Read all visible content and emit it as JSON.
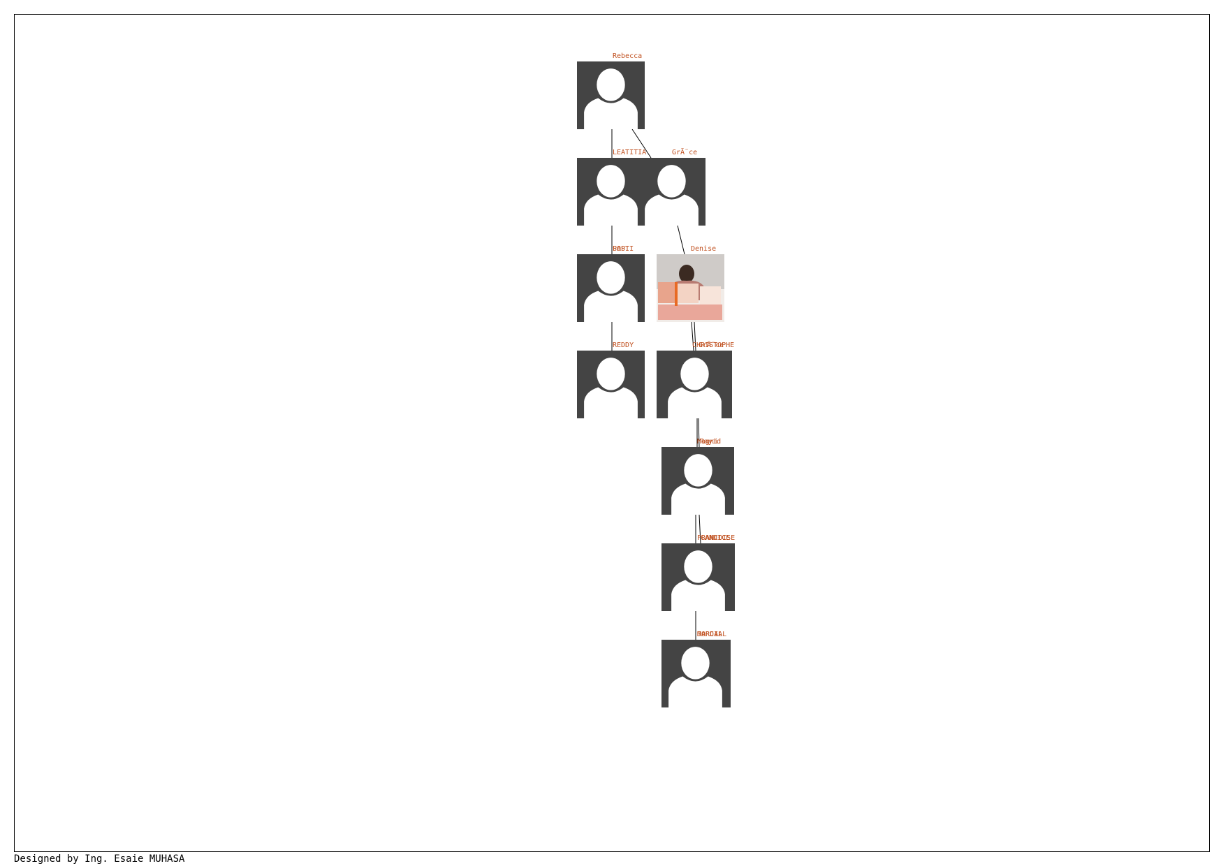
{
  "footer": {
    "credit": "Designed by Ing. Esaie MUHASA"
  },
  "colors": {
    "avatar_bg": "#444444",
    "avatar_fg": "#ffffff",
    "name": "#c0501f",
    "line": "#000000"
  },
  "people": [
    {
      "id": "rebecca",
      "name": "Rebecca",
      "icon": "person-silhouette"
    },
    {
      "id": "leatitia",
      "name": "LEATITIA",
      "icon": "person-silhouette"
    },
    {
      "id": "grace",
      "name": "GrÃ¨ce",
      "icon": "person-silhouette"
    },
    {
      "id": "g3a",
      "name": "PAPI",
      "icon": "person-silhouette"
    },
    {
      "id": "g3b",
      "name": "SOSTI",
      "icon": "person-silhouette"
    },
    {
      "id": "denise",
      "name": "Denise",
      "icon": "person-photo"
    },
    {
      "id": "reddy",
      "name": "REDDY",
      "icon": "person-silhouette"
    },
    {
      "id": "christophe",
      "name": "CHRISTOPHE",
      "icon": "person-silhouette"
    },
    {
      "id": "christophe-b",
      "name": "GrÃ¨ce",
      "icon": "person-silhouette"
    },
    {
      "id": "g5a",
      "name": "Magni",
      "icon": "person-silhouette"
    },
    {
      "id": "g5b",
      "name": "Rayid",
      "icon": "person-silhouette"
    },
    {
      "id": "g6a",
      "name": "FRANCOISE",
      "icon": "person-silhouette"
    },
    {
      "id": "g6b",
      "name": "CANDICE",
      "icon": "person-silhouette"
    },
    {
      "id": "g7a",
      "name": "JORDAL",
      "icon": "person-silhouette"
    },
    {
      "id": "g7b",
      "name": "MARCIAL",
      "icon": "person-silhouette"
    }
  ],
  "relations": [
    {
      "from": "rebecca",
      "to": "leatitia"
    },
    {
      "from": "rebecca",
      "to": "grace"
    },
    {
      "from": "leatitia",
      "to": "g3a"
    },
    {
      "from": "grace",
      "to": "denise"
    },
    {
      "from": "g3a",
      "to": "reddy"
    },
    {
      "from": "denise",
      "to": "christophe"
    },
    {
      "from": "christophe",
      "to": "g5a"
    },
    {
      "from": "g5a",
      "to": "g6a"
    },
    {
      "from": "g6a",
      "to": "g7a"
    }
  ]
}
